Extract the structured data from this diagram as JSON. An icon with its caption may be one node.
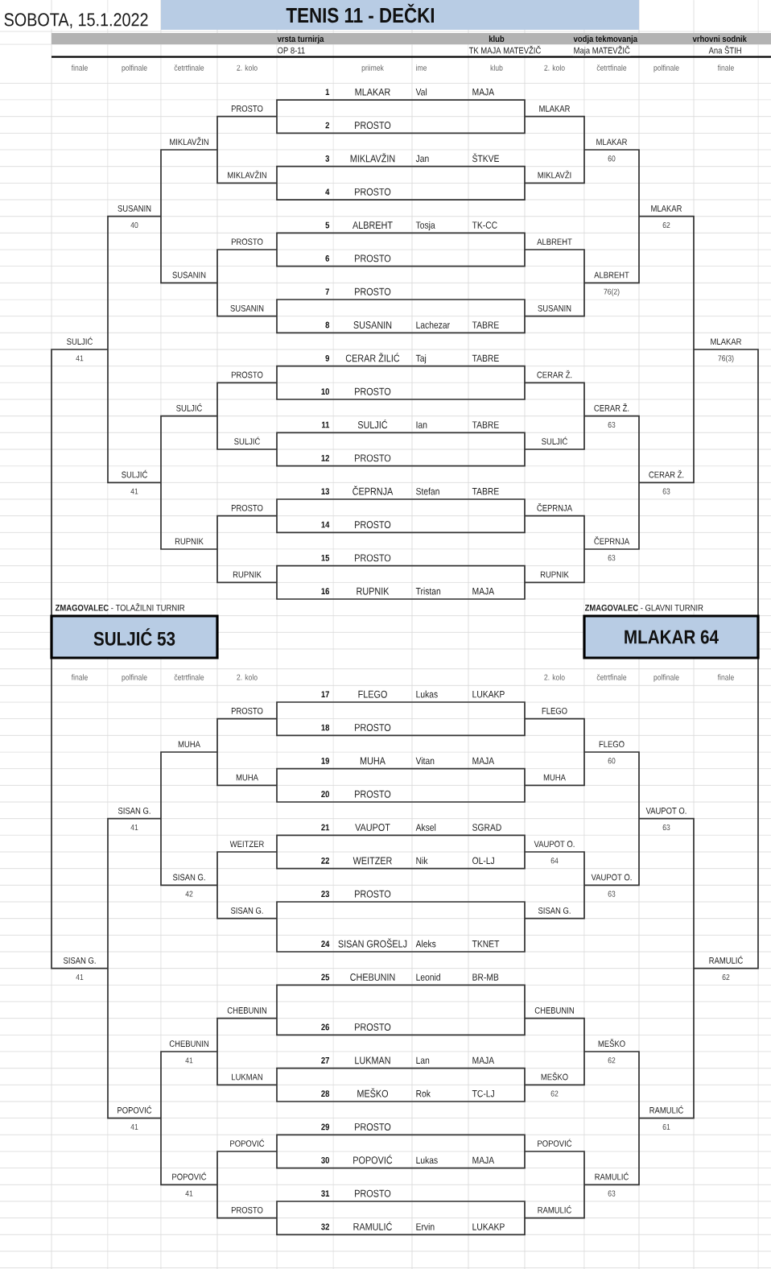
{
  "diagram": {
    "title": "TENIS 11 - DEČKI",
    "nodes": [
      {
        "text": [
          "**ZMAGOVALEC** - TOLAŽILNI TURNIR",
          "SULJIĆ 53"
        ]
      },
      {
        "text": [
          "**ZMAGOVALEC** - GLAVNI TURNIR",
          "MLAKAR 64"
        ]
      }
    ],
    "labels": [
      "SOBOTA, 15.1.2022",
      "vrsta turnirja",
      "klub",
      "vodja tekmovanja",
      "vrhovni sodnik",
      "OP 8-11",
      "TK MAJA MATEVŽIČ",
      "Maja MATEVŽIČ",
      "Ana ŠTIH",
      "finale",
      "polfinale",
      "četrtfinale",
      "2. kolo",
      "priimek",
      "ime",
      "klub",
      "2. kolo",
      "četrtfinale",
      "polfinale",
      "finale",
      "1",
      "MLAKAR",
      "Val",
      "MAJA",
      "PROSTO",
      "MLAKAR",
      "2",
      "PROSTO",
      "MIKLAVŽIN",
      "MLAKAR",
      "3",
      "MIKLAVŽIN",
      "Jan",
      "ŠTKVE",
      "60",
      "MIKLAVŽIN",
      "MIKLAVŽI",
      "4",
      "PROSTO",
      "SUSANIN",
      "MLAKAR",
      "40",
      "5",
      "ALBREHT",
      "Tosja",
      "TK-CC",
      "62",
      "PROSTO",
      "ALBREHT",
      "6",
      "PROSTO",
      "SUSANIN",
      "ALBREHT",
      "7",
      "PROSTO",
      "76(2)",
      "SUSANIN",
      "SUSANIN",
      "8",
      "SUSANIN",
      "Lachezar",
      "TABRE",
      "SULJIĆ",
      "MLAKAR",
      "41",
      "9",
      "CERAR ŽILIĆ",
      "Taj",
      "TABRE",
      "76(3)",
      "PROSTO",
      "CERAR Ž.",
      "10",
      "PROSTO",
      "SULJIĆ",
      "CERAR Ž.",
      "11",
      "SULJIĆ",
      "Ian",
      "TABRE",
      "63",
      "SULJIĆ",
      "SULJIĆ",
      "12",
      "PROSTO",
      "SULJIĆ",
      "CERAR Ž.",
      "41",
      "13",
      "ČEPRNJA",
      "Stefan",
      "TABRE",
      "63",
      "PROSTO",
      "ČEPRNJA",
      "14",
      "PROSTO",
      "RUPNIK",
      "ČEPRNJA",
      "15",
      "PROSTO",
      "63",
      "RUPNIK",
      "RUPNIK",
      "16",
      "RUPNIK",
      "Tristan",
      "MAJA",
      "finale",
      "polfinale",
      "četrtfinale",
      "2. kolo",
      "2. kolo",
      "četrtfinale",
      "polfinale",
      "finale",
      "17",
      "FLEGO",
      "Lukas",
      "LUKAKP",
      "PROSTO",
      "FLEGO",
      "18",
      "PROSTO",
      "MUHA",
      "FLEGO",
      "19",
      "MUHA",
      "Vitan",
      "MAJA",
      "60",
      "MUHA",
      "MUHA",
      "20",
      "PROSTO",
      "SISAN G.",
      "VAUPOT O.",
      "41",
      "21",
      "VAUPOT",
      "Aksel",
      "SGRAD",
      "63",
      "WEITZER",
      "VAUPOT O.",
      "22",
      "WEITZER",
      "Nik",
      "OL-LJ",
      "64",
      "SISAN G.",
      "VAUPOT O.",
      "42",
      "23",
      "PROSTO",
      "63",
      "SISAN G.",
      "SISAN G.",
      "24",
      "SISAN GROŠELJ",
      "Aleks",
      "TKNET",
      "SISAN G.",
      "RAMULIĆ",
      "41",
      "25",
      "CHEBUNIN",
      "Leonid",
      "BR-MB",
      "62",
      "CHEBUNIN",
      "CHEBUNIN",
      "26",
      "PROSTO",
      "CHEBUNIN",
      "MEŠKO",
      "41",
      "27",
      "LUKMAN",
      "Lan",
      "MAJA",
      "62",
      "LUKMAN",
      "MEŠKO",
      "28",
      "MEŠKO",
      "Rok",
      "TC-LJ",
      "62",
      "POPOVIĆ",
      "RAMULIĆ",
      "41",
      "29",
      "PROSTO",
      "61",
      "POPOVIĆ",
      "POPOVIĆ",
      "30",
      "POPOVIĆ",
      "Lukas",
      "MAJA",
      "POPOVIĆ",
      "RAMULIĆ",
      "41",
      "31",
      "PROSTO",
      "63",
      "PROSTO",
      "RAMULIĆ",
      "32",
      "RAMULIĆ",
      "Ervin",
      "LUKAKP"
    ]
  }
}
